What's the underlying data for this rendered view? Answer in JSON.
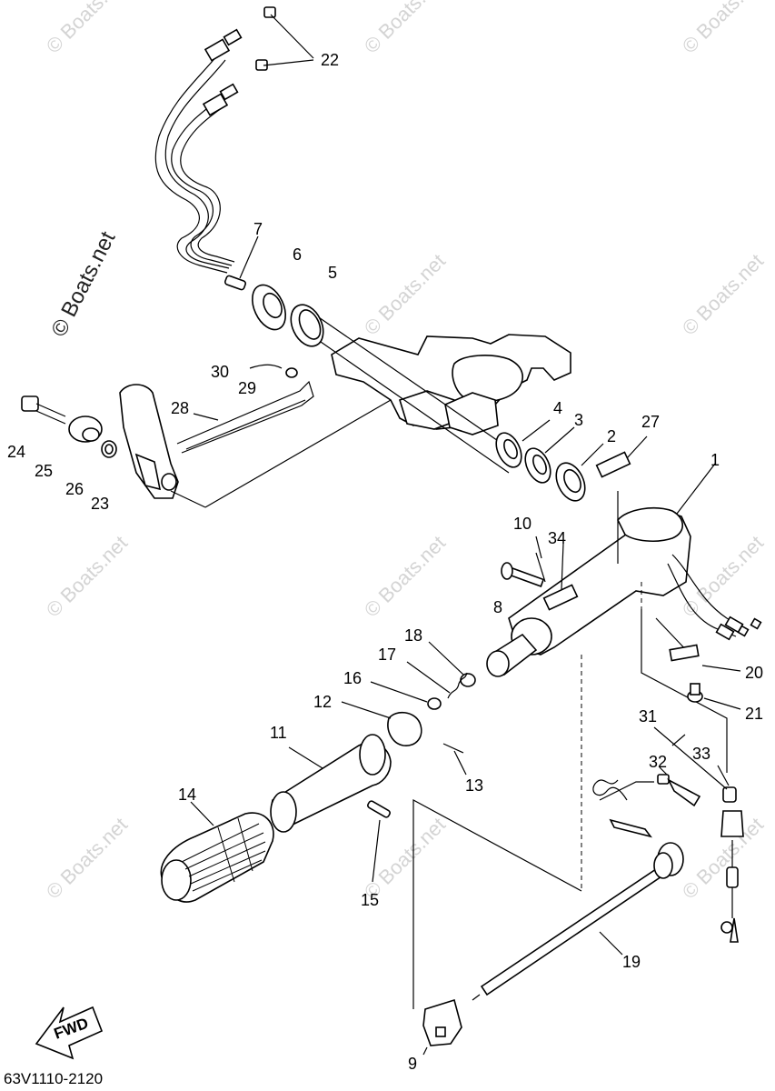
{
  "watermark": {
    "text": "© Boats.net",
    "main_text": "© Boats.net"
  },
  "diagram_code": "63V1110-2120",
  "fwd_label": "FWD",
  "callouts": [
    "1",
    "2",
    "3",
    "4",
    "5",
    "6",
    "7",
    "8",
    "9",
    "10",
    "11",
    "12",
    "13",
    "14",
    "15",
    "16",
    "17",
    "18",
    "19",
    "20",
    "21",
    "22",
    "23",
    "24",
    "25",
    "26",
    "27",
    "28",
    "29",
    "30",
    "31",
    "32",
    "33",
    "34"
  ]
}
